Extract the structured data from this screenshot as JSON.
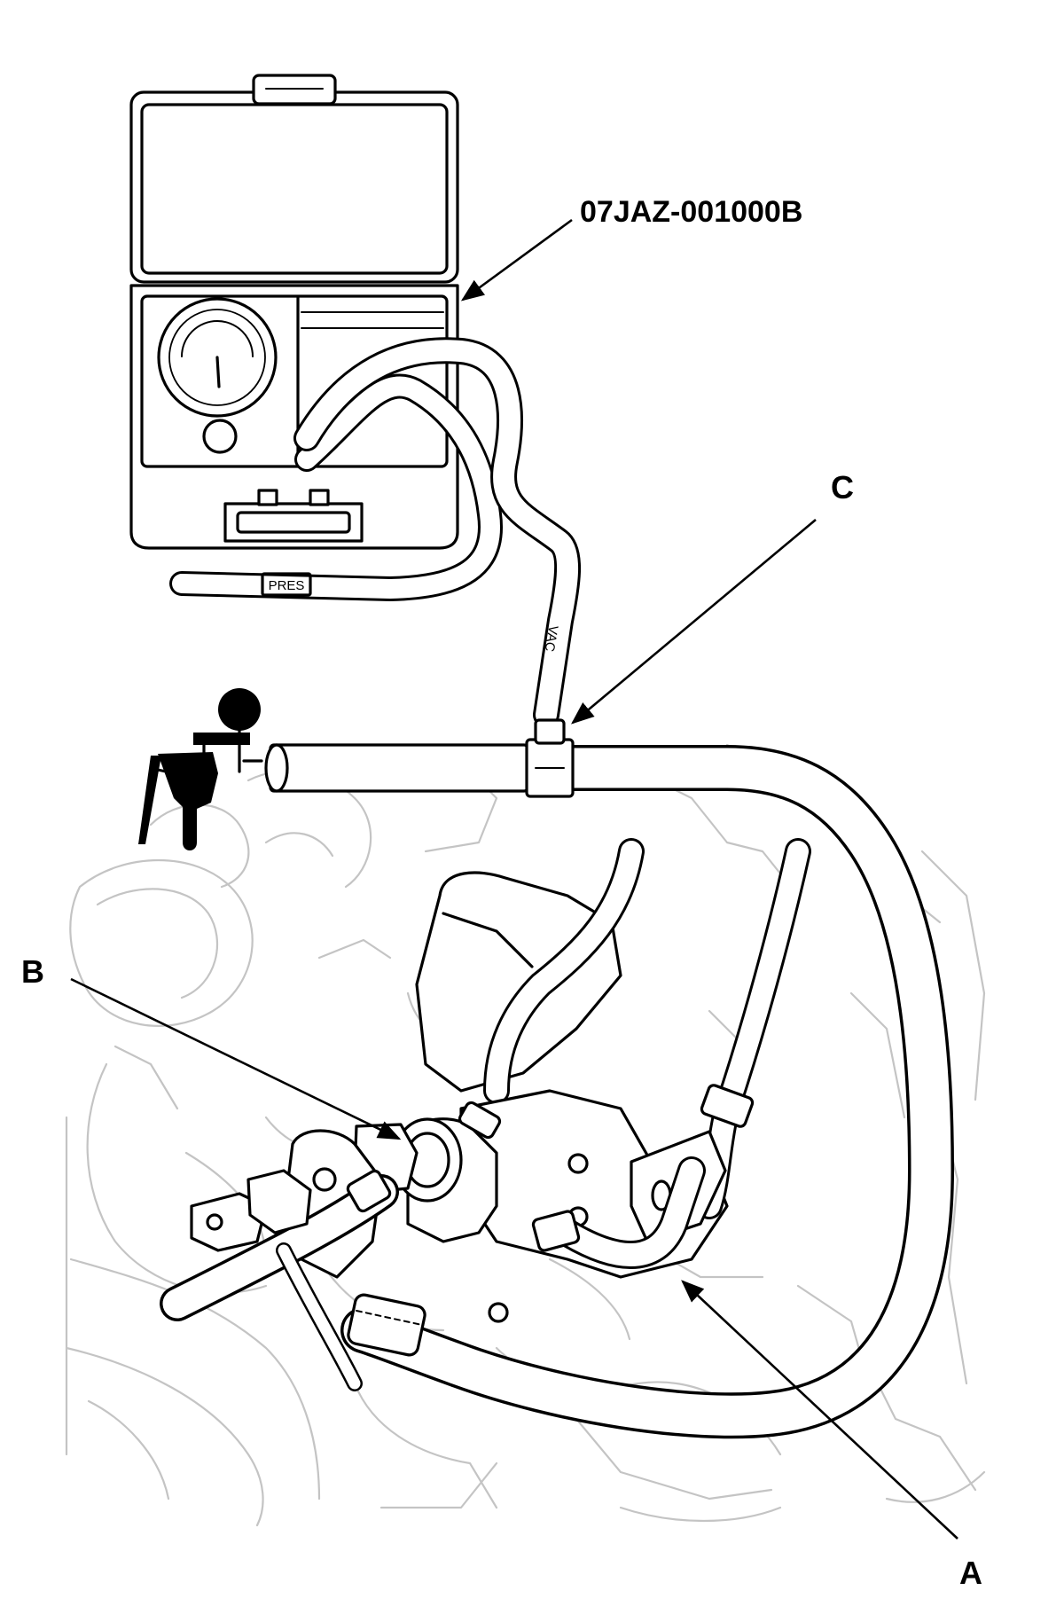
{
  "figure": {
    "tool_part_number": "07JAZ-001000B",
    "labels": {
      "a": "A",
      "b": "B",
      "c": "C"
    },
    "tester_hose_tags": {
      "pressure": "PRES",
      "vacuum": "VAC"
    }
  }
}
